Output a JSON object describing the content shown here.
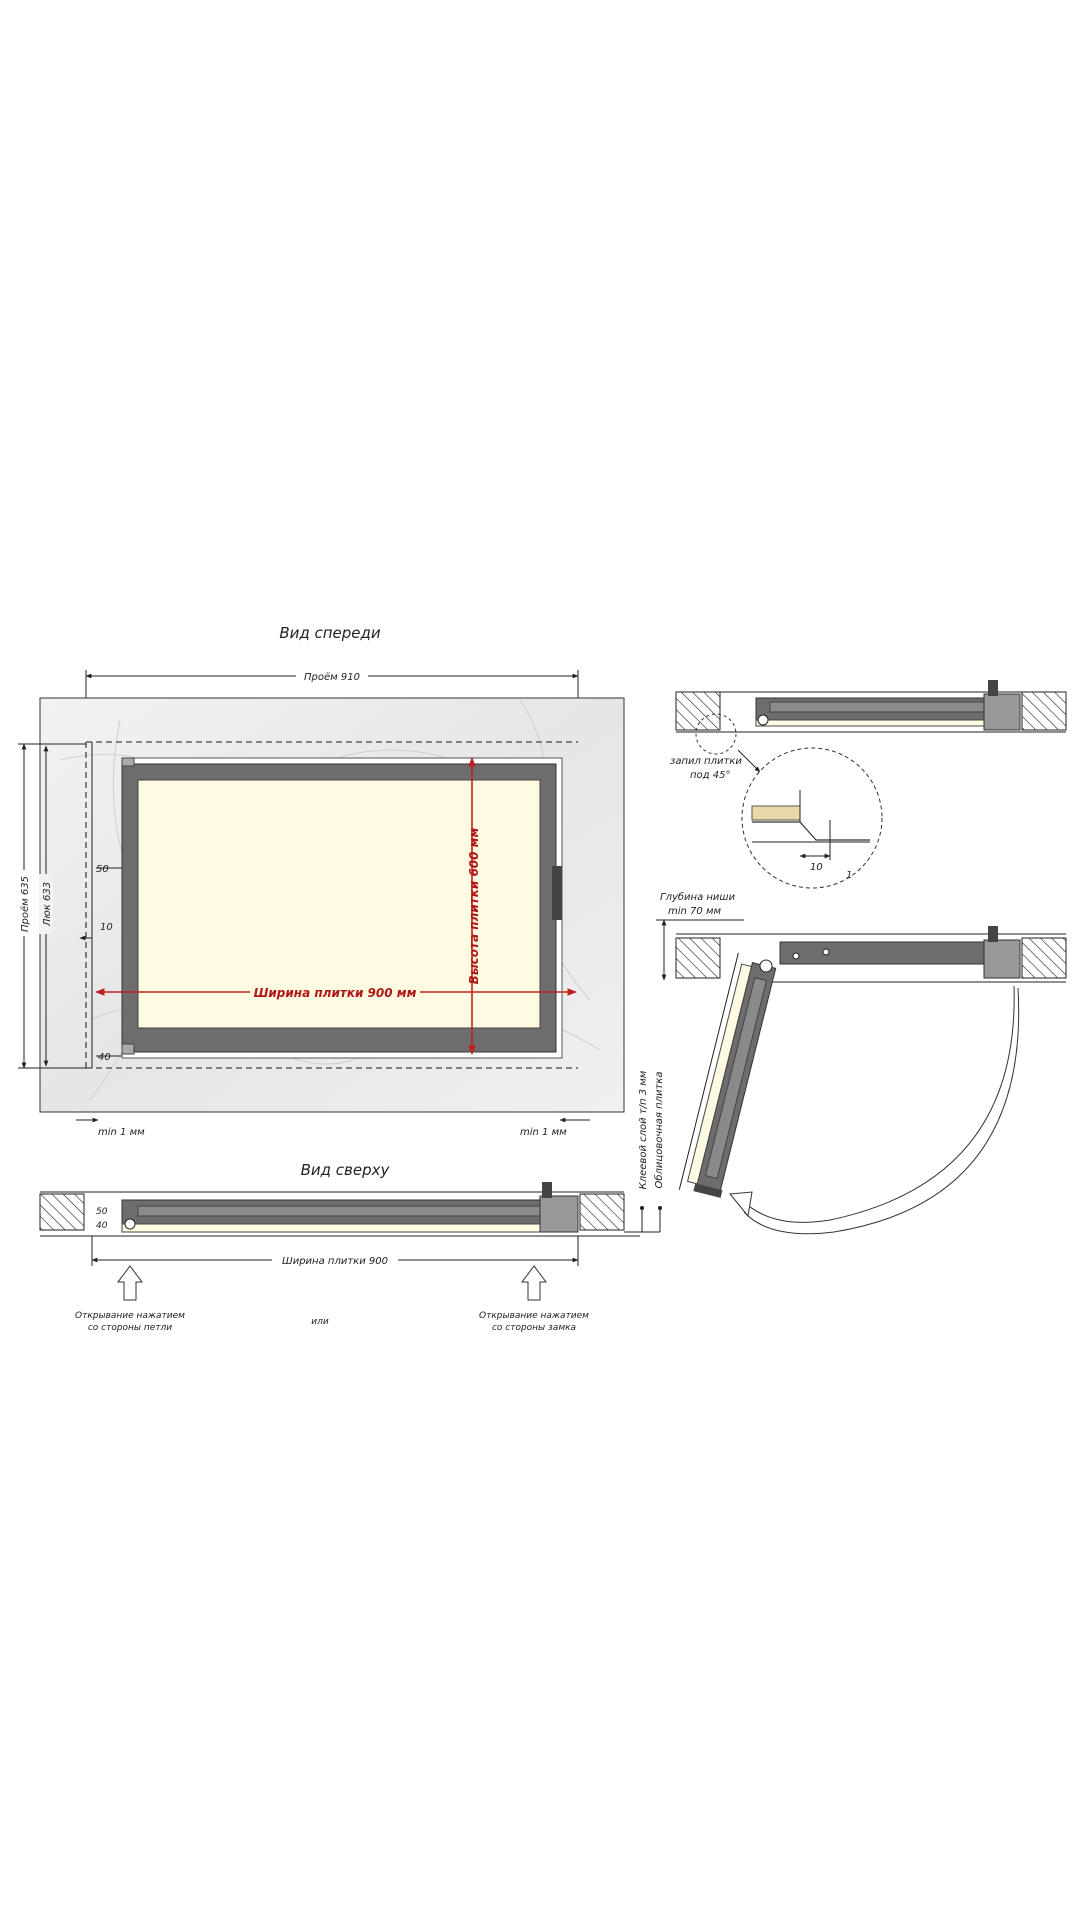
{
  "front_view": {
    "title": "Вид спереди",
    "opening_width": "Проём 910",
    "opening_height": "Проём 635",
    "hatch_height": "Люк 633",
    "tile_height": "Высота плитки 600 мм",
    "tile_width": "Ширина плитки 900 мм",
    "dim_50": "50",
    "dim_10": "10",
    "dim_40": "40",
    "min_gap_left": "min 1 мм",
    "min_gap_right": "min 1 мм"
  },
  "top_view": {
    "title": "Вид сверху",
    "dim_50": "50",
    "dim_40": "40",
    "tile_width": "Ширина плитки 900",
    "open_hinge_line1": "Открывание нажатием",
    "open_hinge_line2": "со стороны петли",
    "or_label": "или",
    "open_lock_line1": "Открывание нажатием",
    "open_lock_line2": "со стороны замка"
  },
  "section_detail": {
    "cut_line1": "запил плитки",
    "cut_line2": "под 45°",
    "dim_10": "10",
    "dim_1": "1"
  },
  "open_view": {
    "depth_line1": "Глубина ниши",
    "depth_line2": "min 70 мм",
    "adhesive": "Клеевой слой т/п 3 мм",
    "cladding": "Облицовочная плитка"
  },
  "colors": {
    "frame": "#6d6d6d",
    "panel": "#fffbe3",
    "accent_red": "#c02020",
    "marble": "#eeeeee"
  }
}
